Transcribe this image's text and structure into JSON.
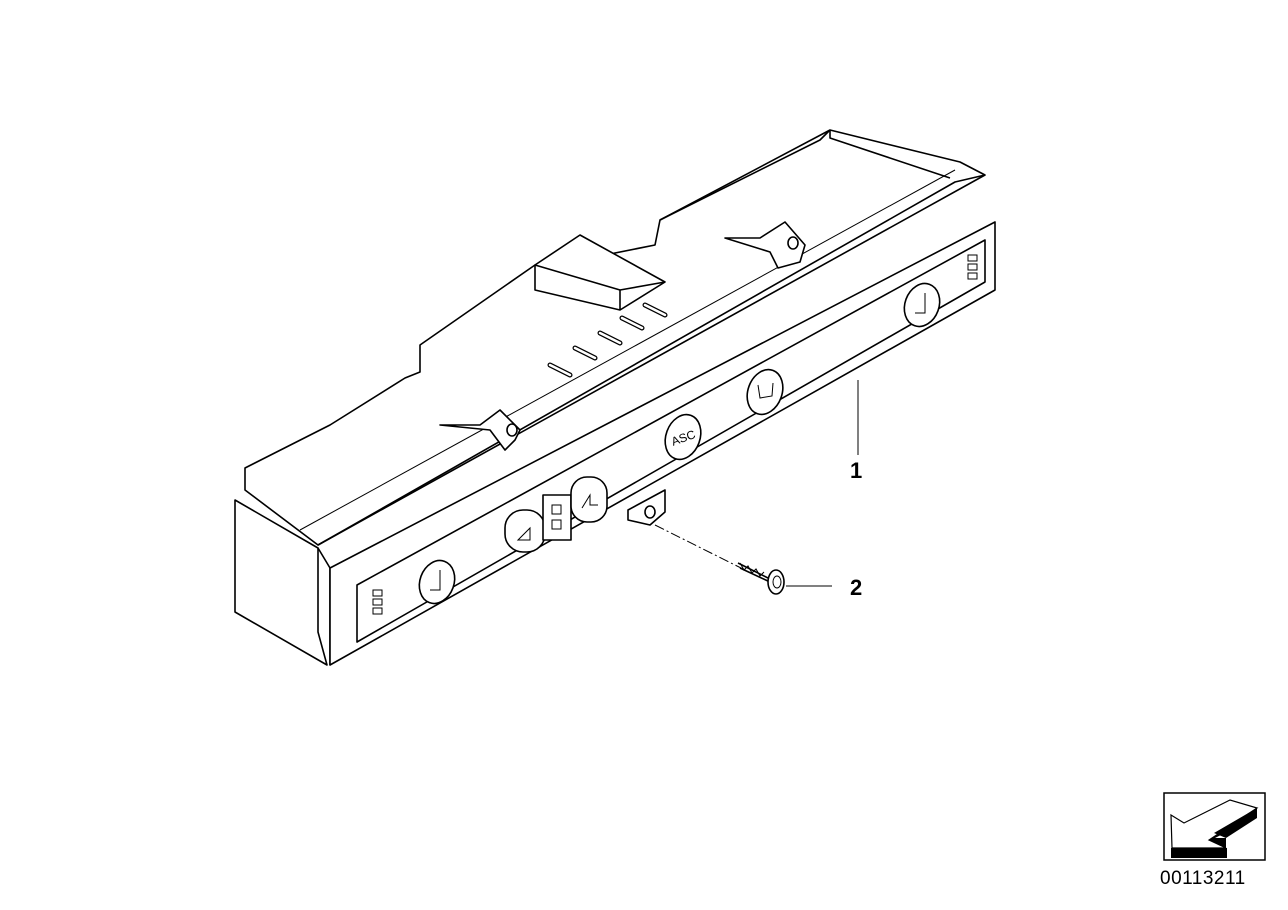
{
  "diagram": {
    "callouts": [
      {
        "label": "1",
        "part": "switch-panel"
      },
      {
        "label": "2",
        "part": "screw"
      }
    ],
    "button_labels": {
      "asc": "ASC"
    },
    "reference_number": "00113211",
    "icon": "orientation-arrow-icon"
  }
}
